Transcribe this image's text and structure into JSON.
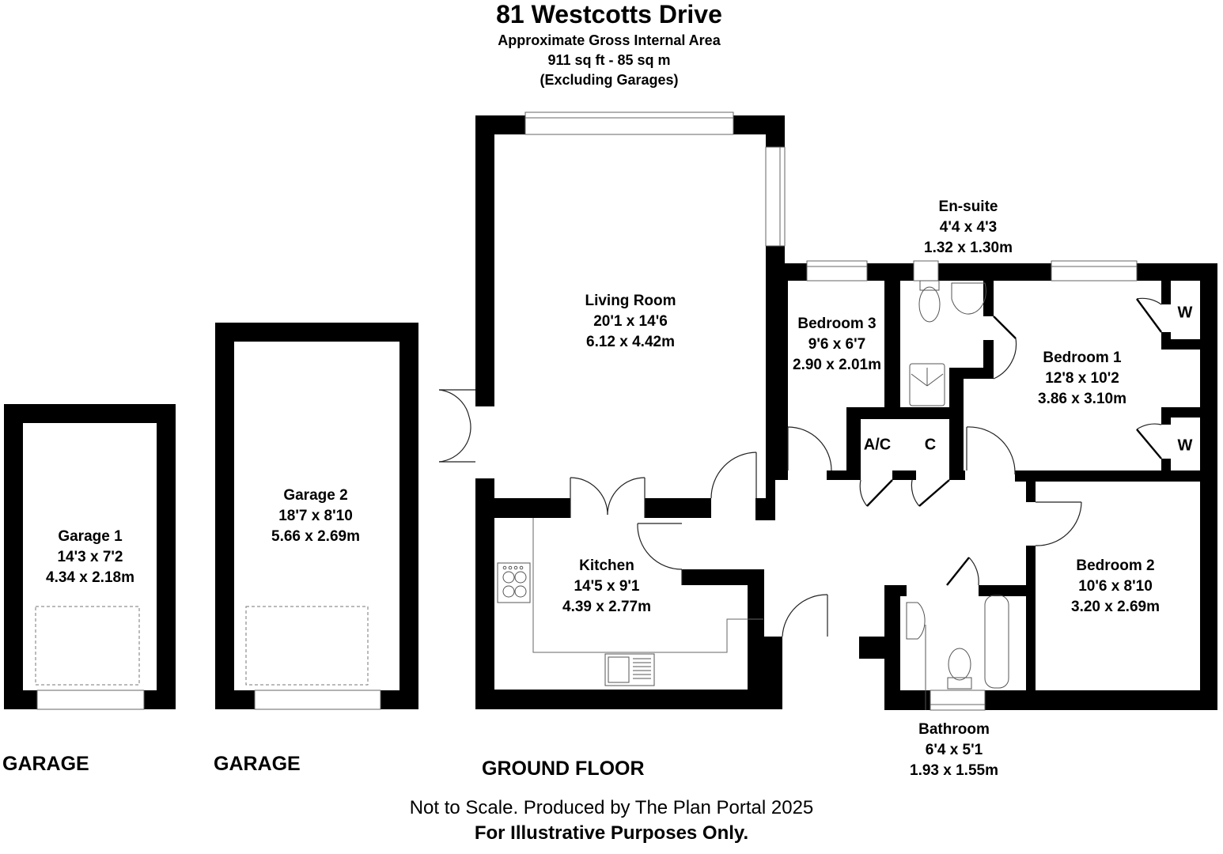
{
  "header": {
    "title": "81 Westcotts Drive",
    "area_heading": "Approximate Gross Internal Area",
    "area_value": "911 sq ft - 85 sq m",
    "area_note": "(Excluding Garages)"
  },
  "rooms": {
    "living_room": {
      "name": "Living Room",
      "imperial": "20'1 x 14'6",
      "metric": "6.12 x 4.42m"
    },
    "bedroom_3": {
      "name": "Bedroom 3",
      "imperial": "9'6 x 6'7",
      "metric": "2.90 x 2.01m"
    },
    "en_suite": {
      "name": "En-suite",
      "imperial": "4'4 x 4'3",
      "metric": "1.32 x 1.30m"
    },
    "bedroom_1": {
      "name": "Bedroom 1",
      "imperial": "12'8 x 10'2",
      "metric": "3.86 x 3.10m"
    },
    "kitchen": {
      "name": "Kitchen",
      "imperial": "14'5 x 9'1",
      "metric": "4.39 x 2.77m"
    },
    "bedroom_2": {
      "name": "Bedroom 2",
      "imperial": "10'6 x 8'10",
      "metric": "3.20 x 2.69m"
    },
    "bathroom": {
      "name": "Bathroom",
      "imperial": "6'4 x 5'1",
      "metric": "1.93 x 1.55m"
    },
    "garage_1": {
      "name": "Garage 1",
      "imperial": "14'3 x 7'2",
      "metric": "4.34 x 2.18m"
    },
    "garage_2": {
      "name": "Garage 2",
      "imperial": "18'7 x 8'10",
      "metric": "5.66 x 2.69m"
    }
  },
  "cupboards": {
    "airing_cupboard": "A/C",
    "cupboard": "C",
    "wardrobe_1": "W",
    "wardrobe_2": "W"
  },
  "sections": {
    "garage_1": "GARAGE",
    "garage_2": "GARAGE",
    "ground_floor": "GROUND FLOOR"
  },
  "footer": {
    "disclaimer": "Not to Scale. Produced by The Plan Portal 2025",
    "purpose": "For Illustrative Purposes Only."
  }
}
